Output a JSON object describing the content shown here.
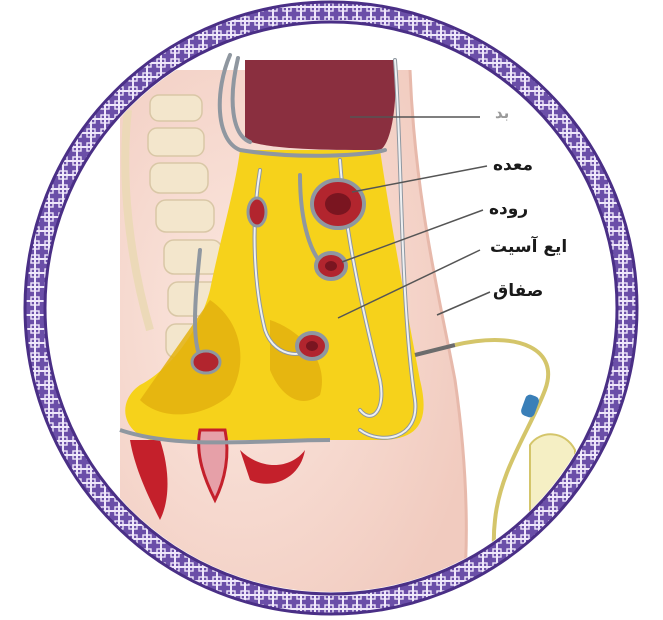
{
  "labels": {
    "liver": "بد",
    "stomach": "معده",
    "intestine": "روده",
    "ascites_fluid": "ایع آسیت",
    "peritoneum": "صفاق"
  },
  "colors": {
    "frame": "#5b3f98",
    "frame_light": "#d8cdee",
    "skin": "#f6d9cf",
    "fluid": "#f6d21b",
    "fluid_dark": "#e3b10e",
    "liver": "#8a2f3f",
    "organ_red": "#b2252e",
    "membrane": "#9aa0a8",
    "tube": "#d4c56a"
  }
}
